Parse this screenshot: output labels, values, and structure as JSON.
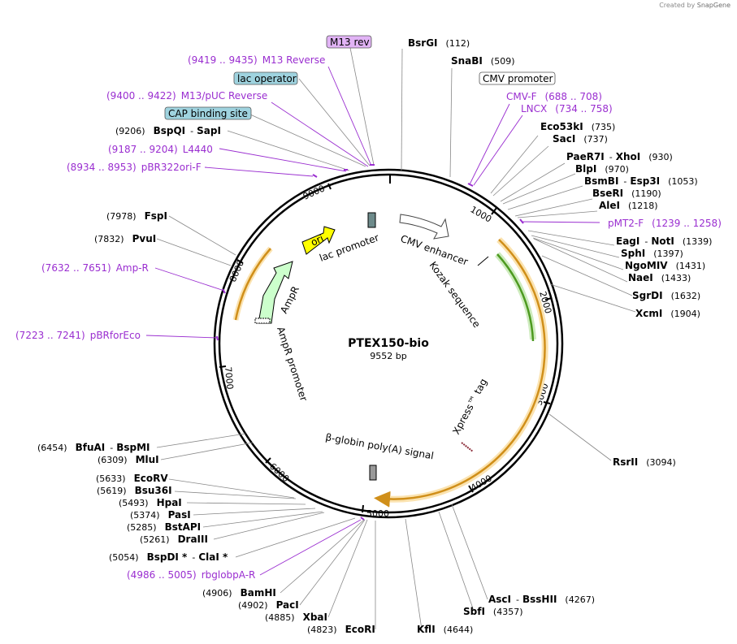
{
  "credit": {
    "prefix": "Created by",
    "brand": "SnapGene"
  },
  "plasmid": {
    "name": "PTEX150-bio",
    "size": "9552 bp"
  },
  "ticks": [
    "1000",
    "2000",
    "3000",
    "4000",
    "5000",
    "6000",
    "7000",
    "8000",
    "9000"
  ],
  "boxed": [
    {
      "text": "M13 rev",
      "fill": "#e1b3f5"
    },
    {
      "text": "lac operator",
      "fill": "#9fd3df"
    },
    {
      "text": "CAP binding site",
      "fill": "#9fd3df"
    },
    {
      "text": "CMV promoter",
      "fill": "#ffffff"
    }
  ],
  "sites": {
    "bsrgi": {
      "name": "BsrGI",
      "pos": "(112)"
    },
    "snabi": {
      "name": "SnaBI",
      "pos": "(509)"
    },
    "eco53ki": {
      "name": "Eco53kI",
      "pos": "(735)"
    },
    "saci": {
      "name": "SacI",
      "pos": "(737)"
    },
    "paer7i": {
      "name": "PaeR7I",
      "sep": "-",
      "name2": "XhoI",
      "pos": "(930)"
    },
    "blpi": {
      "name": "BlpI",
      "pos": "(970)"
    },
    "bsmbi": {
      "name": "BsmBI",
      "sep": "-",
      "name2": "Esp3I",
      "pos": "(1053)"
    },
    "bseri": {
      "name": "BseRI",
      "pos": "(1190)"
    },
    "alei": {
      "name": "AleI",
      "pos": "(1218)"
    },
    "eagi": {
      "name": "EagI",
      "sep": "-",
      "name2": "NotI",
      "pos": "(1339)"
    },
    "sphi": {
      "name": "SphI",
      "pos": "(1397)"
    },
    "ngomiv": {
      "name": "NgoMIV",
      "pos": "(1431)"
    },
    "naei": {
      "name": "NaeI",
      "pos": "(1433)"
    },
    "sgrdi": {
      "name": "SgrDI",
      "pos": "(1632)"
    },
    "xcmi": {
      "name": "XcmI",
      "pos": "(1904)"
    },
    "rsrii": {
      "name": "RsrII",
      "pos": "(3094)"
    },
    "asci": {
      "name": "AscI",
      "sep": "-",
      "name2": "BssHII",
      "pos": "(4267)"
    },
    "sbfi": {
      "name": "SbfI",
      "pos": "(4357)"
    },
    "kfli": {
      "name": "KflI",
      "pos": "(4644)"
    },
    "ecori": {
      "name": "EcoRI",
      "pos": "(4823)"
    },
    "xbai": {
      "name": "XbaI",
      "pos": "(4885)"
    },
    "paci": {
      "name": "PacI",
      "pos": "(4902)"
    },
    "bamhi": {
      "name": "BamHI",
      "pos": "(4906)"
    },
    "bspdi": {
      "name": "BspDI *",
      "sep": "-",
      "name2": "ClaI *",
      "pos": "(5054)"
    },
    "draiii": {
      "name": "DraIII",
      "pos": "(5261)"
    },
    "bstapi": {
      "name": "BstAPI",
      "pos": "(5285)"
    },
    "pasi": {
      "name": "PasI",
      "pos": "(5374)"
    },
    "hpai": {
      "name": "HpaI",
      "pos": "(5493)"
    },
    "bsu36i": {
      "name": "Bsu36I",
      "pos": "(5619)"
    },
    "ecorv": {
      "name": "EcoRV",
      "pos": "(5633)"
    },
    "mlui": {
      "name": "MluI",
      "pos": "(6309)"
    },
    "bfuai": {
      "name": "BfuAI",
      "sep": "-",
      "name2": "BspMI",
      "pos": "(6454)"
    },
    "pvui": {
      "name": "PvuI",
      "pos": "(7832)"
    },
    "fspi": {
      "name": "FspI",
      "pos": "(7978)"
    },
    "bspqi": {
      "name": "BspQI",
      "sep": "-",
      "name2": "SapI",
      "pos": "(9206)"
    }
  },
  "primers": {
    "m13rev": {
      "range": "(9419 .. 9435)",
      "name": "M13 Reverse"
    },
    "m13puc": {
      "range": "(9400 .. 9422)",
      "name": "M13/pUC Reverse"
    },
    "l4440": {
      "range": "(9187 .. 9204)",
      "name": "L4440"
    },
    "pbr322": {
      "range": "(8934 .. 8953)",
      "name": "pBR322ori-F"
    },
    "cmvf": {
      "name": "CMV-F",
      "range": "(688 .. 708)"
    },
    "lncx": {
      "name": "LNCX",
      "range": "(734 .. 758)"
    },
    "pmt2f": {
      "name": "pMT2-F",
      "range": "(1239 .. 1258)"
    },
    "ampr": {
      "range": "(7632 .. 7651)",
      "name": "Amp-R"
    },
    "pbrfor": {
      "range": "(7223 .. 7241)",
      "name": "pBRforEco"
    },
    "rbglob": {
      "range": "(4986 .. 5005)",
      "name": "rbglobpA-R"
    }
  },
  "features": {
    "ori": "ori",
    "ampr": "AmpR",
    "ampr_promoter": "AmpR promoter",
    "lac_promoter": "lac promoter",
    "cmv_enhancer": "CMV enhancer",
    "kozak": "Kozak sequence",
    "xpress": "Xpress™ tag",
    "globin": "β-globin poly(A) signal"
  },
  "colors": {
    "backbone": "#000000",
    "primer": "#9a2ed0",
    "ori_fill": "#ffff00",
    "ampr_fill": "#ccffcc",
    "orf_outline": "#e8b040",
    "orf_glow": "#fbe3b0",
    "orf_inner": "#4d9a20"
  }
}
